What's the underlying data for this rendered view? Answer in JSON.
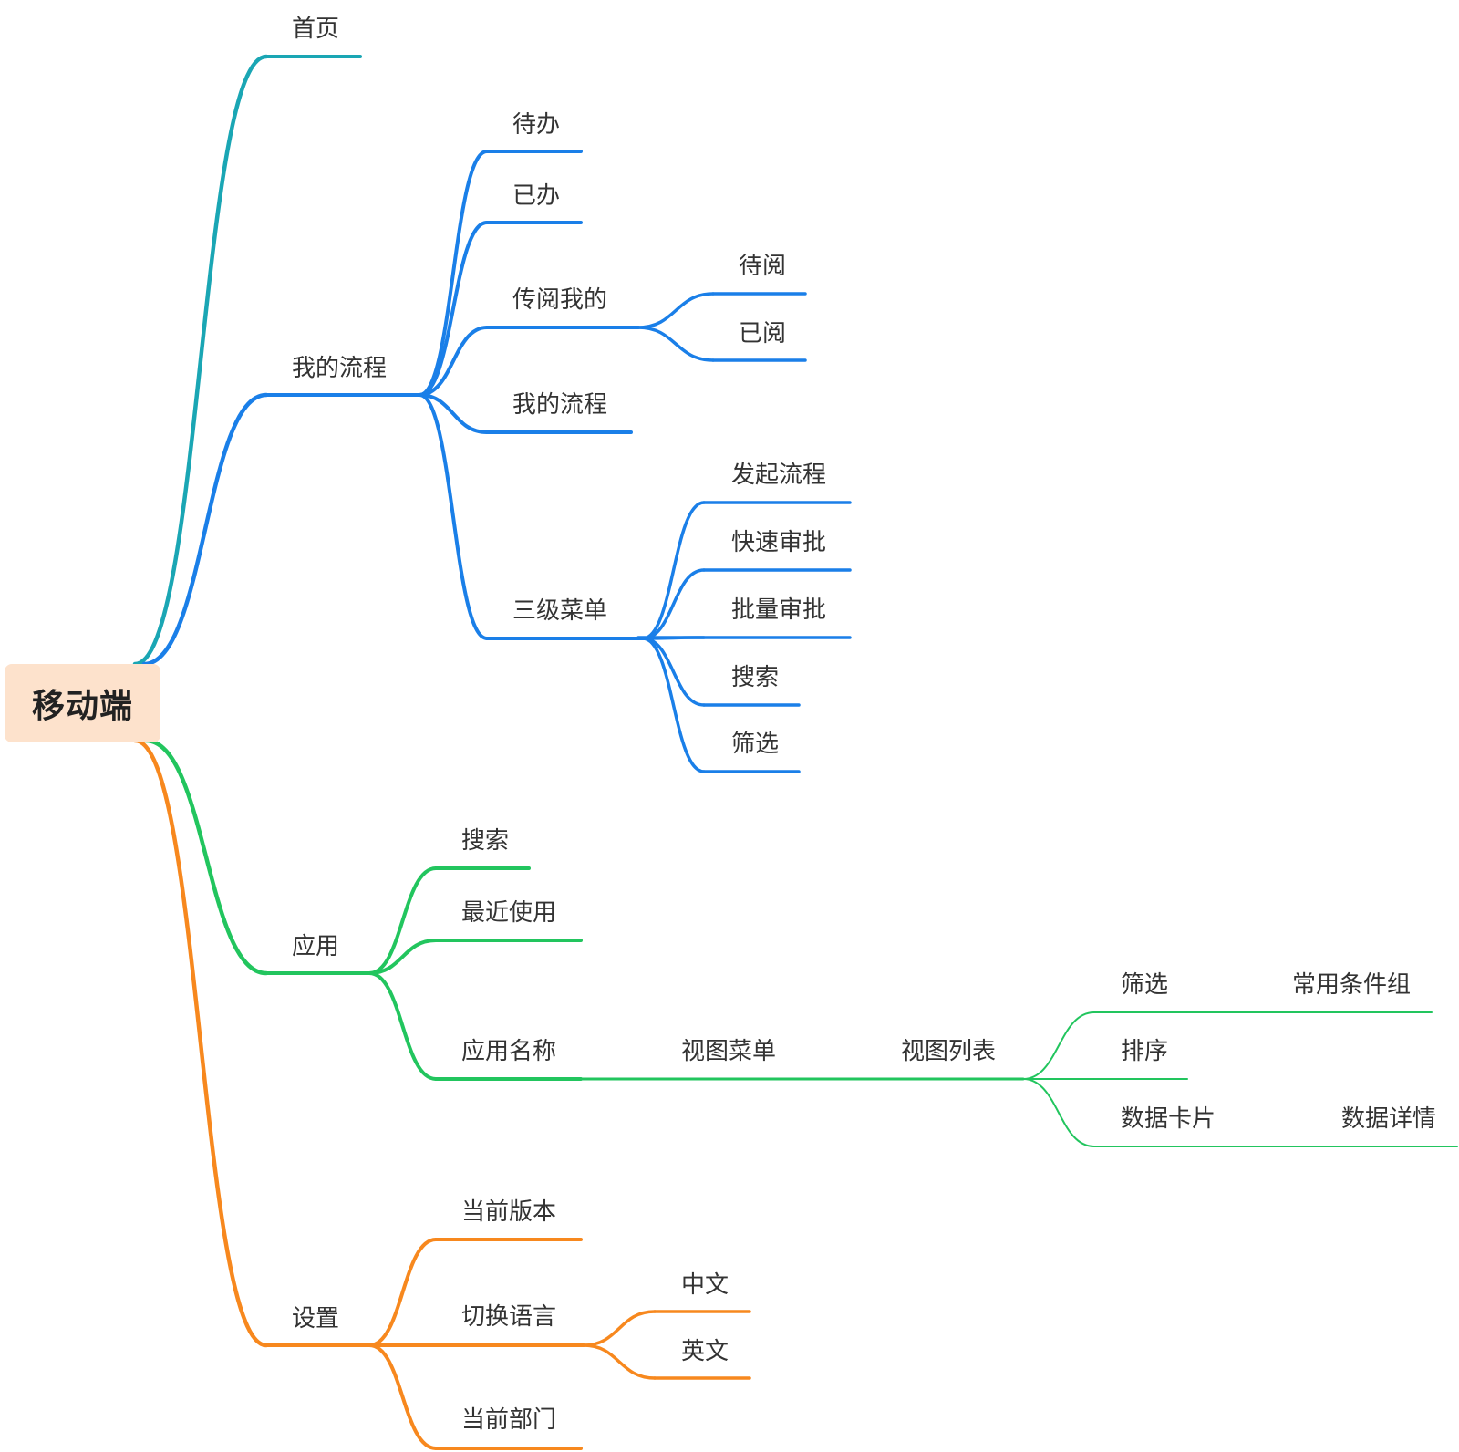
{
  "colors": {
    "root_bg": "#fde2cc",
    "teal": "#1aa6b4",
    "blue": "#1a7fe8",
    "green": "#22c55e",
    "orange": "#f7881e",
    "text": "#333333"
  },
  "root": {
    "label": "移动端"
  },
  "branches": {
    "home": {
      "label": "首页"
    },
    "process": {
      "label": "我的流程",
      "children": {
        "todo": "待办",
        "done": "已办",
        "circulate": "传阅我的",
        "circulate_children": {
          "unread": "待阅",
          "read": "已阅"
        },
        "my_process": "我的流程",
        "third_menu": "三级菜单",
        "third_children": {
          "start": "发起流程",
          "quick": "快速审批",
          "batch": "批量审批",
          "search": "搜索",
          "filter": "筛选"
        }
      }
    },
    "apps": {
      "label": "应用",
      "children": {
        "search": "搜索",
        "recent": "最近使用",
        "app_name": "应用名称",
        "view_menu": "视图菜单",
        "view_list": "视图列表",
        "view_list_children": {
          "filter": "筛选",
          "filter_child": "常用条件组",
          "sort": "排序",
          "card": "数据卡片",
          "card_child": "数据详情"
        }
      }
    },
    "settings": {
      "label": "设置",
      "children": {
        "version": "当前版本",
        "language": "切换语言",
        "language_children": {
          "chinese": "中文",
          "english": "英文"
        },
        "department": "当前部门"
      }
    }
  }
}
